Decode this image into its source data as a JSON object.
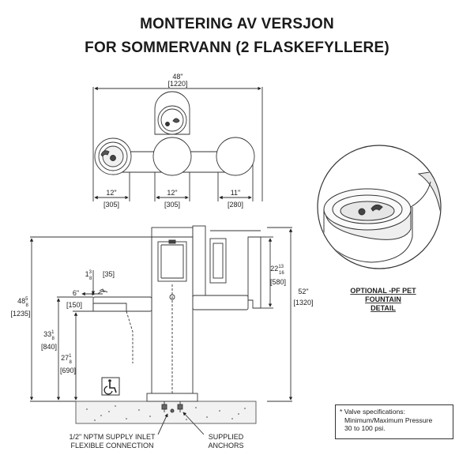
{
  "title": {
    "line1": "MONTERING AV VERSJON",
    "line2": "FOR SOMMERVANN (2 FLASKEFYLLERE)"
  },
  "top_view": {
    "overall_width": "48\"",
    "overall_width_mm": "[1220]",
    "dim_a": "12\"",
    "dim_a_mm": "[305]",
    "dim_b": "12\"",
    "dim_b_mm": "[305]",
    "dim_c": "11\"",
    "dim_c_mm": "[280]"
  },
  "front_view": {
    "total_height_whole": "48",
    "total_height_num": "5",
    "total_height_den": "8",
    "total_height_mm": "[1235]",
    "basin_depth_whole": "1",
    "basin_depth_num": "3",
    "basin_depth_den": "8",
    "basin_depth_mm": "[35]",
    "spout_offset": "6\"",
    "spout_offset_mm": "[150]",
    "rim_height_whole": "33",
    "rim_height_num": "1",
    "rim_height_den": "8",
    "rim_height_mm": "[840]",
    "knee_height_whole": "27",
    "knee_height_num": "1",
    "knee_height_den": "8",
    "knee_height_mm": "[690]",
    "filler_height_whole": "22",
    "filler_height_num": "13",
    "filler_height_den": "16",
    "filler_height_mm": "[580]",
    "right_height": "52\"",
    "right_height_mm": "[1320]"
  },
  "callouts": {
    "supply_line1": "1/2\" NPTM SUPPLY INLET",
    "supply_line2": "FLEXIBLE CONNECTION",
    "anchors_line1": "SUPPLIED",
    "anchors_line2": "ANCHORS"
  },
  "detail": {
    "label_line1": "OPTIONAL -PF PET",
    "label_line2": "FOUNTAIN",
    "label_line3": "DETAIL"
  },
  "note": {
    "line1": "* Valve specifications:",
    "line2": "Minimum/Maximum Pressure",
    "line3": "30 to 100 psi."
  },
  "icons": {
    "accessibility": "wheelchair-icon"
  }
}
